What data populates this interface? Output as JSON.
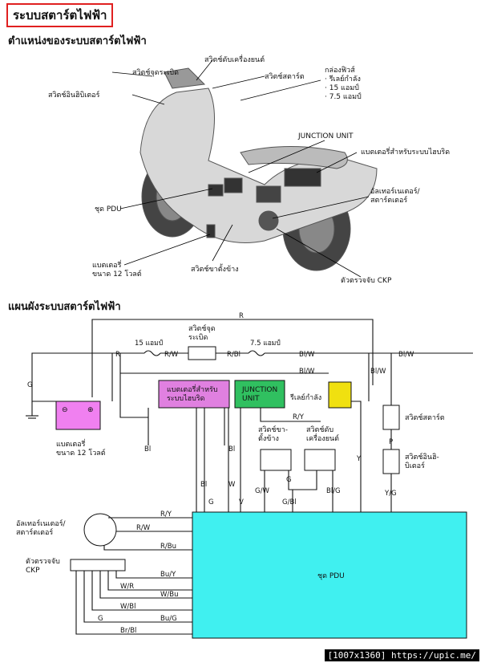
{
  "title": "ระบบสตาร์ตไฟฟ้า",
  "location_section": {
    "heading": "ตำแหน่งของระบบสตาร์ตไฟฟ้า",
    "labels": {
      "handlebar_switch": "สวิตช์ดับเครื่องยนต์",
      "headlight_switch": "สวิตช์จุดระเบิด",
      "starter_switch": "สวิตช์สตาร์ต",
      "inhibitor_switch": "สวิตช์อินฮิบิเตอร์",
      "fuse_box": "กล่องฟิวส์\n· รีเลย์กำลัง\n· 15 แอมป์\n· 7.5 แอมป์",
      "junction_unit": "JUNCTION UNIT",
      "hybrid_battery": "แบตเตอรี่สำหรับระบบไฮบริด",
      "acg": "อัลเทอร์เนเตอร์/\nสตาร์ตเตอร์",
      "pdu": "ชุด PDU",
      "battery": "แบตเตอรี่\nขนาด 12 โวลต์",
      "sidestand": "สวิตช์ขาตั้งข้าง",
      "ckp": "ตัวตรวจจับ CKP"
    }
  },
  "diagram_section": {
    "heading": "แผนผังระบบสตาร์ตไฟฟ้า",
    "fuse_15": "15 แอมป์",
    "fuse_75": "7.5 แอมป์",
    "ignition_switch": "สวิตช์จุด\nระเบิด",
    "battery_12v": "แบตเตอรี่\nขนาด 12 โวลต์",
    "hybrid_battery": "แบตเตอรี่สำหรับ\nระบบไฮบริด",
    "junction_unit": "JUNCTION\nUNIT",
    "power_relay": "รีเลย์กำลัง",
    "sidestand_switch": "สวิตช์ขา-\nตั้งข้าง",
    "engine_stop_switch": "สวิตช์ดับ\nเครื่องยนต์",
    "starter_switch": "สวิตช์สตาร์ต",
    "inhibitor_switch": "สวิตช์อินฮิ-\nบิเตอร์",
    "acg": "อัลเทอร์เนเตอร์/\nสตาร์ตเตอร์",
    "ckp": "ตัวตรวจจับ\nCKP",
    "pdu": "ชุด PDU",
    "wires": {
      "R_top": "R",
      "R_left": "R",
      "RW": "R/W",
      "RBl": "R/Bl",
      "BlW1": "Bl/W",
      "BlW2": "Bl/W",
      "BlW3": "Bl/W",
      "BlW4": "Bl/W",
      "G": "G",
      "Bl1": "Bl",
      "Bl2": "Bl",
      "Bl3": "Bl",
      "G2": "G",
      "W": "W",
      "V": "V",
      "RY": "R/Y",
      "GW": "G/W",
      "G3": "G",
      "GBl": "G/Bl",
      "BlG": "Bl/G",
      "Y": "Y",
      "P": "P",
      "YG": "Y/G",
      "RY2": "R/Y",
      "RW2": "R/W",
      "RBu": "R/Bu",
      "BuY": "Bu/Y",
      "WR": "W/R",
      "WBu": "W/Bu",
      "WBl": "W/Bl",
      "G4": "G",
      "BuG": "Bu/G",
      "BrBl": "Br/Bl"
    }
  },
  "watermark": "[1007x1360] https://upic.me/",
  "colors": {
    "title_border": "#e02020",
    "hybrid_battery": "#e080e0",
    "junction": "#30c060",
    "relay": "#f0e010",
    "pdu": "#40f0f0",
    "battery": "#f080f0"
  }
}
